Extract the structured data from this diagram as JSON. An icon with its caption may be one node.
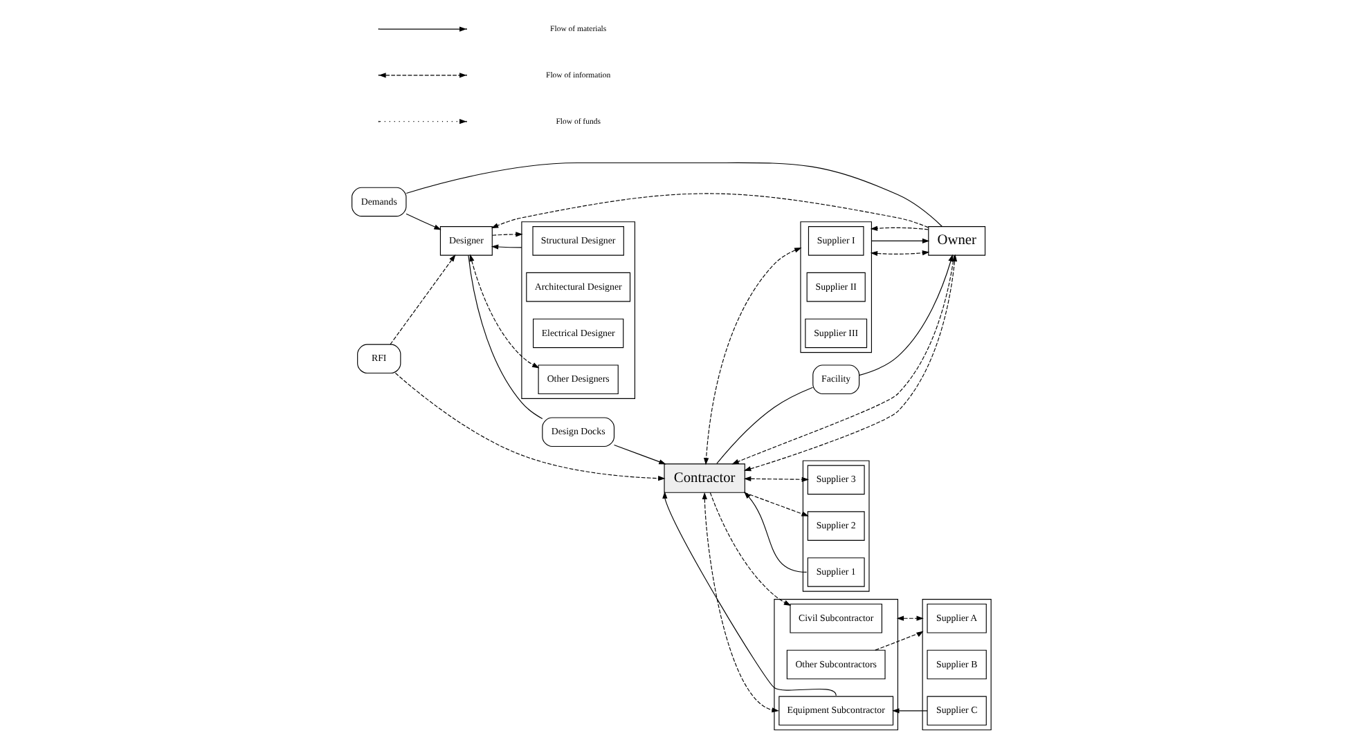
{
  "diagram": {
    "nodes": [
      {
        "text": [],
        "shape": "box"
      },
      {
        "text": [
          "Structural Designer"
        ],
        "in": 0
      },
      {
        "text": [
          "Architectural Designer"
        ],
        "in": 0
      },
      {
        "text": [
          "Electrical Designer"
        ],
        "in": 0
      },
      {
        "text": [
          "Other Designers"
        ],
        "in": 0
      },
      {
        "text": [
          "Demands"
        ]
      },
      {
        "text": [
          "Designer"
        ]
      },
      {
        "text": [],
        "shape": "box"
      },
      {
        "text": [
          "Supplier I"
        ],
        "in": 7
      },
      {
        "text": [
          "Supplier II"
        ],
        "in": 7
      },
      {
        "text": [
          "Supplier III"
        ],
        "in": 7
      },
      {
        "text": [
          "Owner"
        ]
      },
      {
        "text": [
          "Facility"
        ]
      },
      {
        "text": [
          "Design Docks"
        ]
      },
      {
        "text": [
          "RFI"
        ]
      },
      {
        "text": [
          "Contractor"
        ]
      },
      {
        "text": [],
        "shape": "box"
      },
      {
        "text": [
          "Supplier 1"
        ],
        "in": 16
      },
      {
        "text": [
          "Supplier 2"
        ],
        "in": 16
      },
      {
        "text": [
          "Supplier 3"
        ],
        "in": 16
      },
      {
        "text": [],
        "shape": "box"
      },
      {
        "text": [
          "Civil Subcontractor"
        ],
        "in": 20
      },
      {
        "text": [
          "Equipment Subcontractor"
        ],
        "in": 20
      },
      {
        "text": [
          "Other Subcontractors"
        ],
        "in": 20
      },
      {
        "text": [],
        "shape": "box"
      },
      {
        "text": [
          "Supplier A"
        ],
        "in": 24
      },
      {
        "text": [
          "Supplier B"
        ],
        "in": 24
      },
      {
        "text": [
          "Supplier C"
        ],
        "in": 24
      }
    ],
    "edges": [
      {
        "from": 0,
        "to": 6,
        "arrow": "to"
      },
      {
        "from": 6,
        "to": 0,
        "arrow": "to",
        "style": "dashed"
      },
      {
        "from": 6,
        "to": 4,
        "arrow": "both",
        "style": "dashed"
      },
      {
        "from": 5,
        "to": 6,
        "arrow": "to"
      },
      {
        "from": 5,
        "to": 11,
        "arrow": "none"
      },
      {
        "from": 11,
        "to": 6,
        "arrow": "to",
        "style": "dashed"
      },
      {
        "from": 7,
        "to": 11,
        "arrow": "both",
        "style": "dashed"
      },
      {
        "from": 7,
        "to": 11,
        "arrow": "to"
      },
      {
        "from": 11,
        "to": 7,
        "arrow": "to",
        "style": "dashed"
      },
      {
        "from": 7,
        "to": 15,
        "arrow": "both",
        "style": "dashed"
      },
      {
        "from": 15,
        "to": 11,
        "arrow": "both",
        "style": "dashed"
      },
      {
        "from": 11,
        "to": 15,
        "arrow": "to",
        "style": "dashed"
      },
      {
        "from": 15,
        "to": 12,
        "arrow": "none"
      },
      {
        "from": 12,
        "to": 11,
        "arrow": "to"
      },
      {
        "from": 6,
        "to": 13,
        "arrow": "none"
      },
      {
        "from": 13,
        "to": 15,
        "arrow": "to"
      },
      {
        "from": 14,
        "to": 6,
        "arrow": "to",
        "style": "dashed"
      },
      {
        "from": 14,
        "to": 15,
        "arrow": "to",
        "style": "dashed"
      },
      {
        "from": 15,
        "to": 21,
        "arrow": "to",
        "style": "dashed"
      },
      {
        "from": 15,
        "to": 22,
        "arrow": "both",
        "style": "dashed"
      },
      {
        "from": 22,
        "to": 15,
        "arrow": "to"
      },
      {
        "from": 20,
        "to": 24,
        "arrow": "both",
        "style": "dashed"
      },
      {
        "from": 27,
        "to": 22,
        "arrow": "to"
      },
      {
        "from": 23,
        "to": 24,
        "arrow": "to",
        "style": "dashed"
      },
      {
        "from": 17,
        "to": 15,
        "arrow": "to"
      },
      {
        "from": 15,
        "to": 18,
        "arrow": "to",
        "style": "dashed"
      },
      {
        "from": 15,
        "to": 19,
        "arrow": "both",
        "style": "dashed"
      }
    ],
    "legend": [
      {
        "text": "Flow of materials"
      },
      {
        "text": "Flow of information"
      },
      {
        "text": "Flow of funds"
      }
    ]
  }
}
